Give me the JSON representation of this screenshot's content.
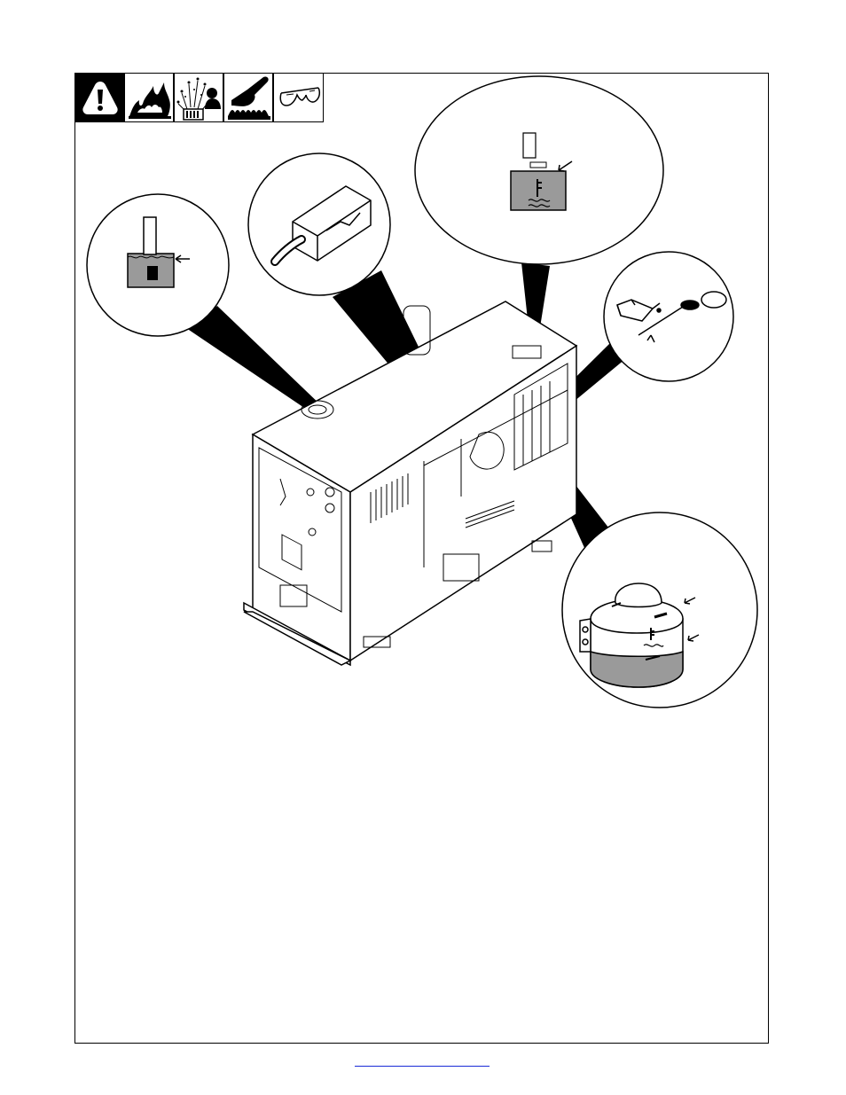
{
  "page": {
    "background": "#ffffff",
    "border_color": "#000000"
  },
  "warning_icons": [
    {
      "name": "safety-alert-icon"
    },
    {
      "name": "fire-hazard-icon"
    },
    {
      "name": "explosion-hazard-icon"
    },
    {
      "name": "hot-surface-hazard-icon"
    },
    {
      "name": "safety-glasses-icon"
    }
  ],
  "callouts": [
    {
      "name": "fuel-level-callout",
      "icon": "fuel-icon"
    },
    {
      "name": "engine-oil-callout",
      "icon": "oil-can-icon"
    },
    {
      "name": "radiator-coolant-callout",
      "icon": "coolant-temperature-icon"
    },
    {
      "name": "oil-dipstick-callout",
      "icon": "dipstick-icon"
    },
    {
      "name": "coolant-recovery-tank-callout",
      "icon": "coolant-tank-icon"
    }
  ],
  "colors": {
    "callout_fill": "#9a9a9a",
    "link": "#1a2bd6"
  },
  "footer": {
    "link_text": ""
  }
}
